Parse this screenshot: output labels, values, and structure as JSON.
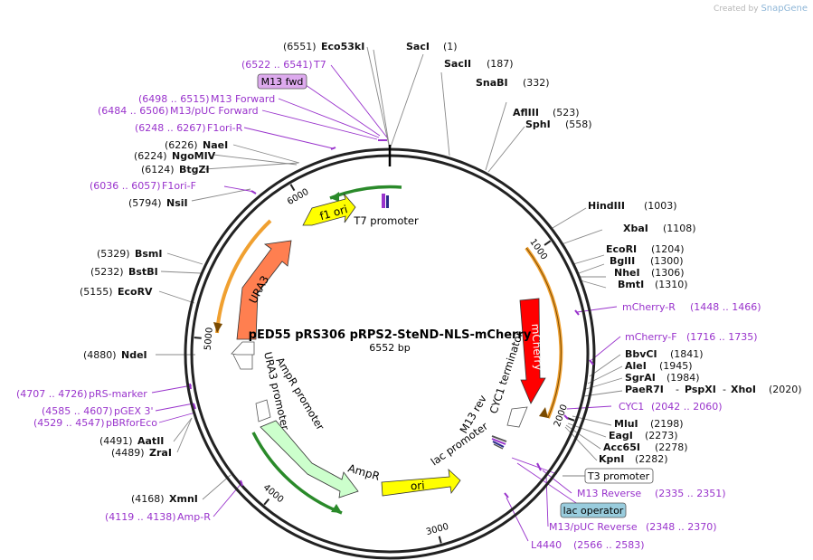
{
  "brand": {
    "prefix": "Created by",
    "name": "SnapGene"
  },
  "plasmid": {
    "name": "pED55 pRS306 pRPS2-SteND-NLS-mCherry",
    "length": "6552 bp"
  },
  "ticks": [
    {
      "label": "1000"
    },
    {
      "label": "2000"
    },
    {
      "label": "3000"
    },
    {
      "label": "4000"
    },
    {
      "label": "5000"
    },
    {
      "label": "6000"
    }
  ],
  "colors": {
    "feature_purple": "#9933cc",
    "enzyme_black": "#111111",
    "f1ori": "#ffff00",
    "ori": "#ffff00",
    "ura3": "#ff7f50",
    "ampr": "#ccffcc",
    "mcherry": "#ff0000",
    "promoter": "#ffffff",
    "orf_orange": "#f0a030",
    "orf_green": "#2a8a2a",
    "m13fwd_box": "#ddaaee",
    "lac_box": "#99ccdd"
  },
  "features": {
    "f1ori": "f1 ori",
    "ura3": "URA3",
    "ura3_promoter": "URA3 promoter",
    "ampr_promoter": "AmpR promoter",
    "ampr": "AmpR",
    "ori": "ori",
    "lac_promoter": "lac promoter",
    "m13rev": "M13 rev",
    "cyc1_terminator": "CYC1 terminator",
    "mcherry": "mCherry",
    "t7_promoter": "T7 promoter"
  },
  "enzymes": [
    {
      "id": "saci",
      "name": "SacI",
      "pos": "(1)"
    },
    {
      "id": "sacii",
      "name": "SacII",
      "pos": "(187)"
    },
    {
      "id": "snabi",
      "name": "SnaBI",
      "pos": "(332)"
    },
    {
      "id": "aflii",
      "name": "AflIII",
      "pos": "(523)"
    },
    {
      "id": "sphi",
      "name": "SphI",
      "pos": "(558)"
    },
    {
      "id": "hindiii",
      "name": "HindIII",
      "pos": "(1003)"
    },
    {
      "id": "xbai",
      "name": "XbaI",
      "pos": "(1108)"
    },
    {
      "id": "ecori",
      "name": "EcoRI",
      "pos": "(1204)"
    },
    {
      "id": "bglii",
      "name": "BglII",
      "pos": "(1300)"
    },
    {
      "id": "nhei",
      "name": "NheI",
      "pos": "(1306)"
    },
    {
      "id": "bmti",
      "name": "BmtI",
      "pos": "(1310)"
    },
    {
      "id": "bbvci",
      "name": "BbvCI",
      "pos": "(1841)"
    },
    {
      "id": "alei",
      "name": "AleI",
      "pos": "(1945)"
    },
    {
      "id": "sgrai",
      "name": "SgrAI",
      "pos": "(1984)"
    },
    {
      "id": "paer7i",
      "name": "PaeR7I",
      "pos": ""
    },
    {
      "id": "pspxi",
      "name": "PspXI",
      "pos": ""
    },
    {
      "id": "xhoi",
      "name": "XhoI",
      "pos": "(2020)"
    },
    {
      "id": "mlui",
      "name": "MluI",
      "pos": "(2198)"
    },
    {
      "id": "eagi",
      "name": "EagI",
      "pos": "(2273)"
    },
    {
      "id": "acc65i",
      "name": "Acc65I",
      "pos": "(2278)"
    },
    {
      "id": "kpni",
      "name": "KpnI",
      "pos": "(2282)"
    },
    {
      "id": "xmni",
      "name": "XmnI",
      "pos": "(4168)"
    },
    {
      "id": "aatii",
      "name": "AatII",
      "pos": "(4491)"
    },
    {
      "id": "zrai",
      "name": "ZraI",
      "pos": "(4489)"
    },
    {
      "id": "ndei",
      "name": "NdeI",
      "pos": "(4880)"
    },
    {
      "id": "ecorv",
      "name": "EcoRV",
      "pos": "(5155)"
    },
    {
      "id": "bstbi",
      "name": "BstBI",
      "pos": "(5232)"
    },
    {
      "id": "bsmi",
      "name": "BsmI",
      "pos": "(5329)"
    },
    {
      "id": "nsii",
      "name": "NsiI",
      "pos": "(5794)"
    },
    {
      "id": "btgzi",
      "name": "BtgZI",
      "pos": "(6124)"
    },
    {
      "id": "ngomiv",
      "name": "NgoMIV",
      "pos": "(6224)"
    },
    {
      "id": "naei",
      "name": "NaeI",
      "pos": "(6226)"
    },
    {
      "id": "eco53ki",
      "name": "Eco53kI",
      "pos": "(6551)"
    }
  ],
  "primers": [
    {
      "id": "t7",
      "range": "(6522 .. 6541)",
      "name": "T7"
    },
    {
      "id": "m13fwd",
      "range": "(6498 .. 6515)",
      "name": "M13 Forward"
    },
    {
      "id": "m13pucfwd",
      "range": "(6484 .. 6506)",
      "name": "M13/pUC Forward"
    },
    {
      "id": "f1orir",
      "range": "(6248 .. 6267)",
      "name": "F1ori-R"
    },
    {
      "id": "f1orif",
      "range": "(6036 .. 6057)",
      "name": "F1ori-F"
    },
    {
      "id": "prsmarker",
      "range": "(4707 .. 4726)",
      "name": "pRS-marker"
    },
    {
      "id": "pgex3",
      "range": "(4585 .. 4607)",
      "name": "pGEX 3'"
    },
    {
      "id": "pbrforeco",
      "range": "(4529 .. 4547)",
      "name": "pBRforEco"
    },
    {
      "id": "ampr",
      "range": "(4119 .. 4138)",
      "name": "Amp-R"
    },
    {
      "id": "mcherryr",
      "range": "(1448 .. 1466)",
      "name": "mCherry-R"
    },
    {
      "id": "mcherryf",
      "range": "(1716 .. 1735)",
      "name": "mCherry-F"
    },
    {
      "id": "cyc1",
      "range": "(2042 .. 2060)",
      "name": "CYC1"
    },
    {
      "id": "m13rev",
      "range": "(2335 .. 2351)",
      "name": "M13 Reverse"
    },
    {
      "id": "m13pucrev",
      "range": "(2348 .. 2370)",
      "name": "M13/pUC Reverse"
    },
    {
      "id": "l4440",
      "range": "(2566 .. 2583)",
      "name": "L4440"
    }
  ],
  "boxed": {
    "m13fwd": "M13 fwd",
    "t3": "T3 promoter",
    "lac": "lac operator"
  }
}
